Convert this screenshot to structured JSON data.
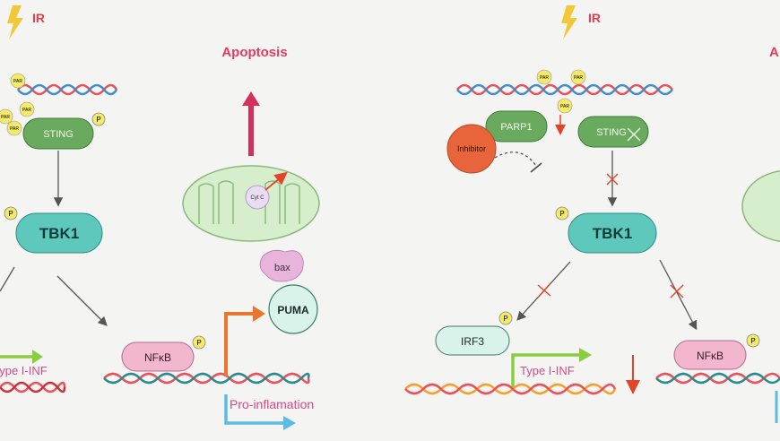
{
  "left": {
    "ir": "IR",
    "par_labels": [
      "PAR",
      "PAR",
      "PAR",
      "PAR"
    ],
    "sting": "STING",
    "phospho": "P",
    "tbk1": "TBK1",
    "type_inf": "Type I-INF",
    "nfkb": "NFκB",
    "apoptosis": "Apoptosis",
    "cytc": "Cyt C",
    "bax": "bax",
    "puma": "PUMA",
    "pro_inflammation": "Pro-inflamation"
  },
  "right": {
    "ir": "IR",
    "par_labels": [
      "PAR",
      "PAR",
      "PAR"
    ],
    "parp1": "PARP1",
    "inhibitor": "Inhibitor",
    "sting": "STING",
    "phospho": "P",
    "tbk1": "TBK1",
    "irf3": "IRF3",
    "type_inf": "Type I-INF",
    "nfkb": "NFκB",
    "apoptosis_partial": "A"
  },
  "colors": {
    "sting": "#6aaa5e",
    "tbk1": "#5ec8bd",
    "nfkb": "#f2b6cf",
    "irf3": "#d9f3ea",
    "inhibitor": "#e8643a",
    "phospho": "#f3ea6a",
    "mito": "#d6eecb",
    "apoptosis": "#e23b5e"
  }
}
